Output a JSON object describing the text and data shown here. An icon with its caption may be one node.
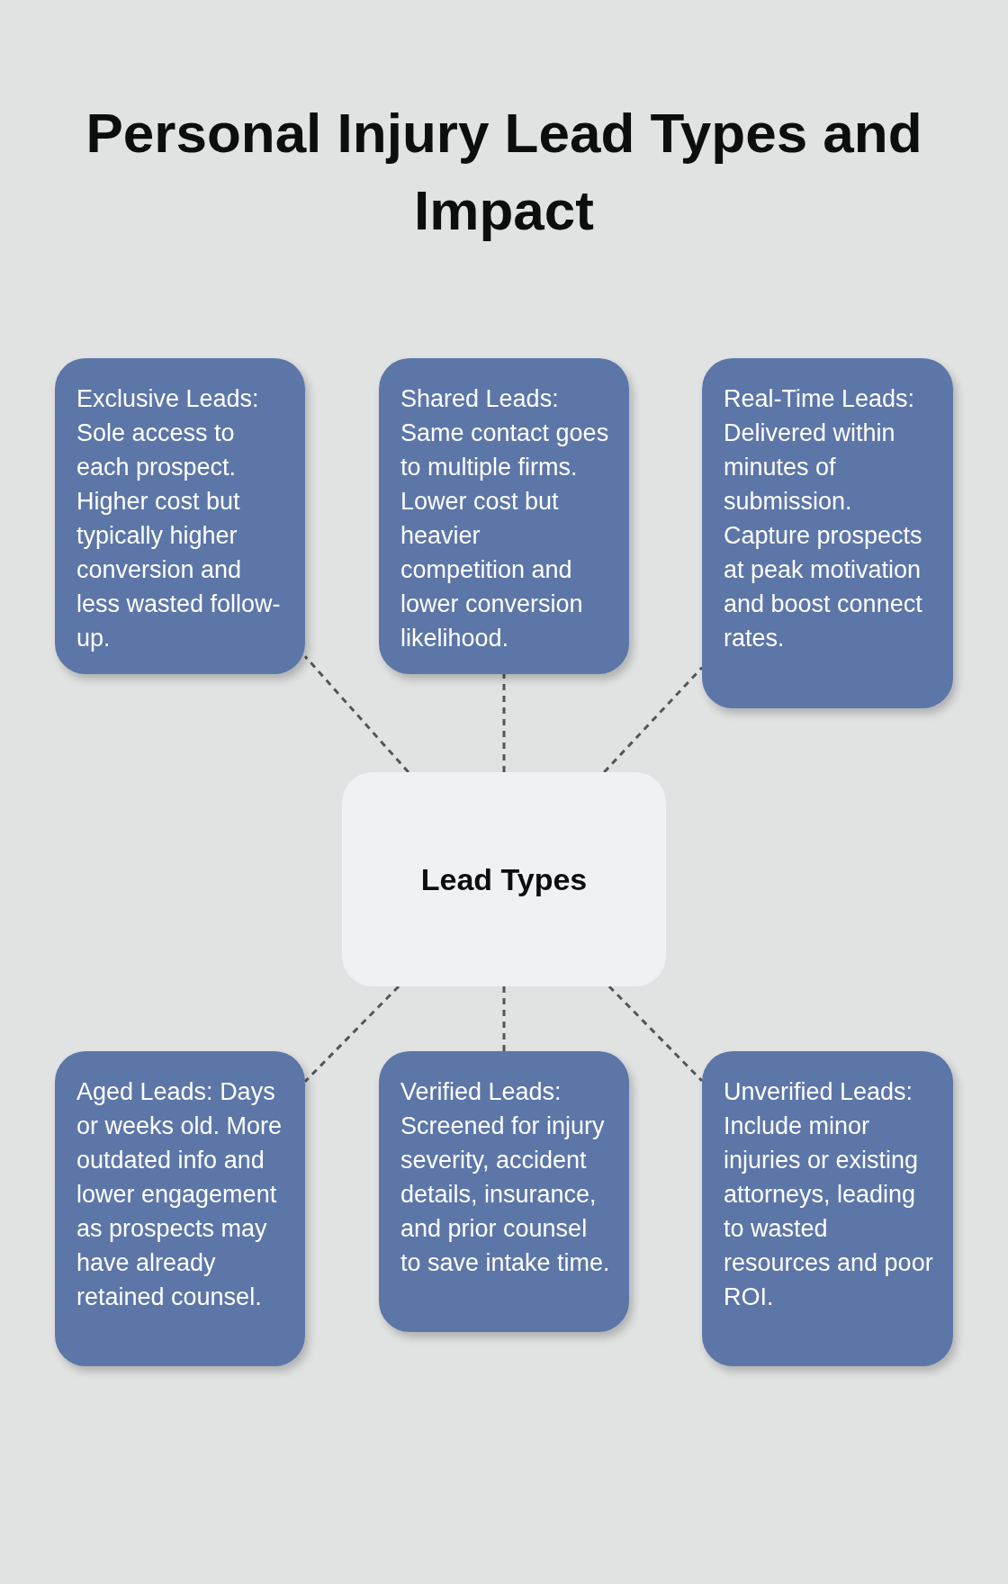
{
  "diagram": {
    "title": "Personal Injury Lead Types and Impact",
    "nodes": [
      {
        "text": [
          "Exclusive Leads: Sole access to each prospect. Higher cost but typically higher conversion and less wasted follow-up."
        ]
      },
      {
        "text": [
          "Shared Leads: Same contact goes to multiple firms. Lower cost but heavier competition and lower conversion likelihood."
        ]
      },
      {
        "text": [
          "Real-Time Leads: Delivered within minutes of submission. Capture prospects at peak motivation and boost connect rates."
        ]
      },
      {
        "text": [
          "Lead Types"
        ]
      },
      {
        "text": [
          "Aged Leads: Days or weeks old. More outdated info and lower engagement as prospects may have already retained counsel."
        ]
      },
      {
        "text": [
          "Verified Leads: Screened for injury severity, accident details, insurance, and prior counsel to save intake time."
        ]
      },
      {
        "text": [
          "Unverified Leads: Include minor injuries or existing attorneys, leading to wasted resources and poor ROI."
        ]
      }
    ],
    "edges": [
      {
        "from": 3,
        "to": 0,
        "arrow": "none",
        "style": "dashed"
      },
      {
        "from": 3,
        "to": 1,
        "arrow": "none",
        "style": "dashed"
      },
      {
        "from": 3,
        "to": 2,
        "arrow": "none",
        "style": "dashed"
      },
      {
        "from": 3,
        "to": 4,
        "arrow": "none",
        "style": "dashed"
      },
      {
        "from": 3,
        "to": 5,
        "arrow": "none",
        "style": "dashed"
      },
      {
        "from": 3,
        "to": 6,
        "arrow": "none",
        "style": "dashed"
      }
    ]
  }
}
